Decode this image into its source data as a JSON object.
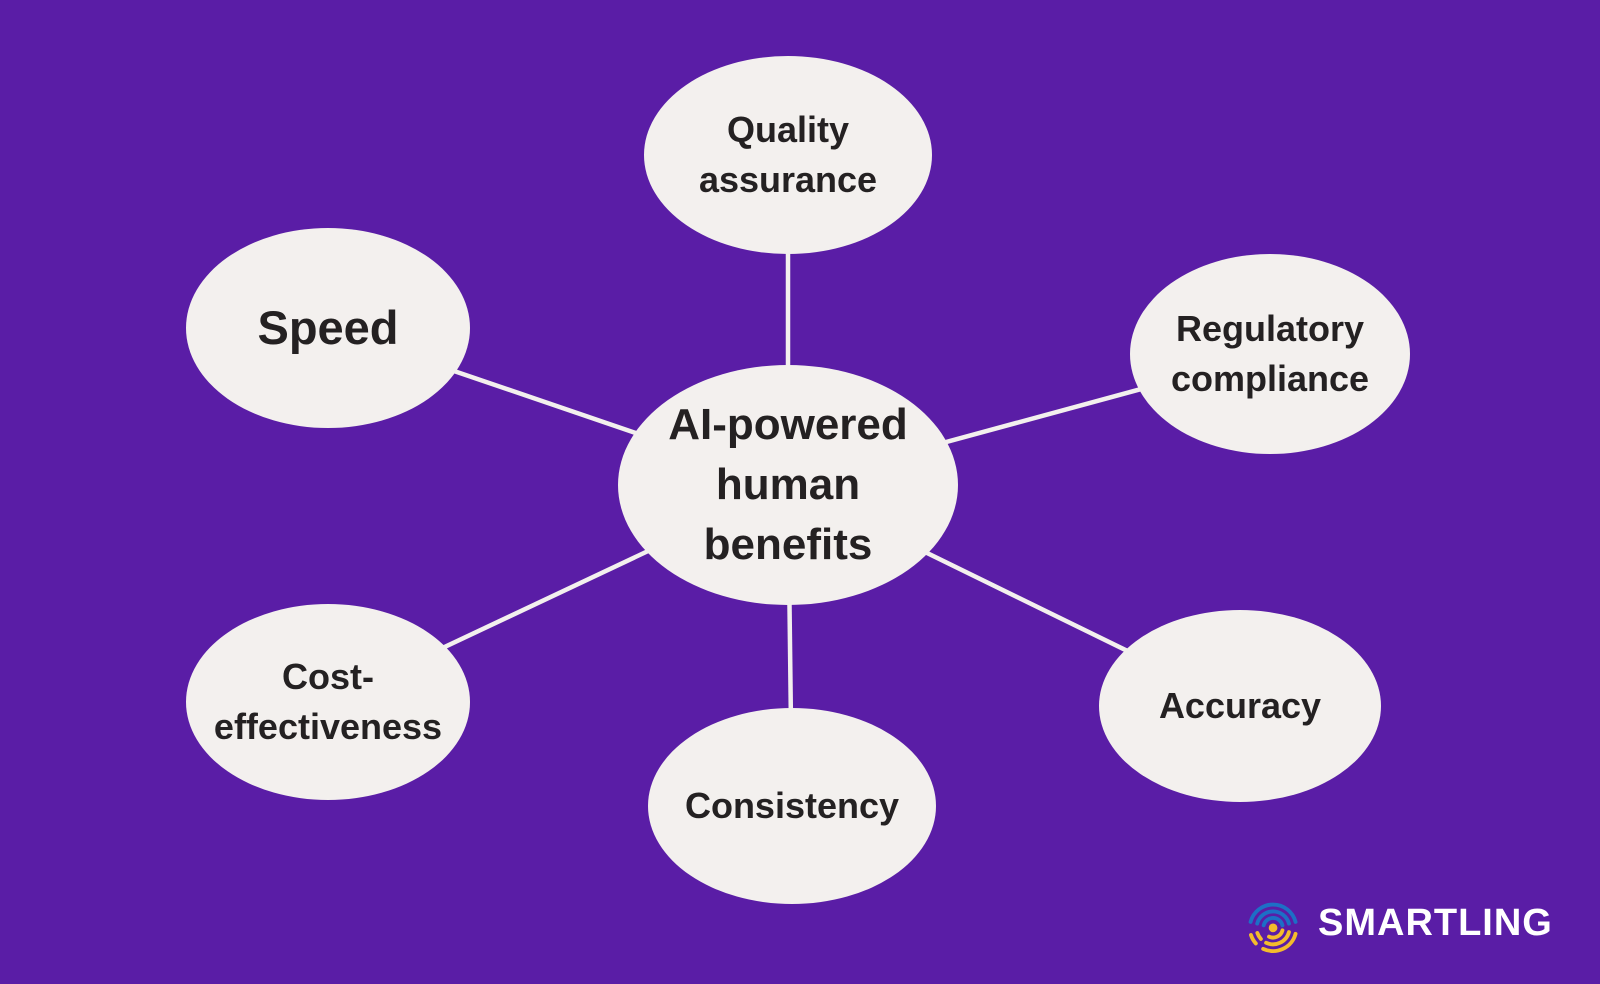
{
  "colors": {
    "background": "#5a1da6",
    "node-fill": "#f3f0ee",
    "node-text": "#242122",
    "connector": "#f3f0ee",
    "logo-text": "#ffffff",
    "logo-blue": "#1d6fc6",
    "logo-yellow": "#f4bc2b"
  },
  "diagram": {
    "type": "mind-map",
    "center": {
      "id": "ai-powered-human-benefits",
      "label": "AI-powered human benefits",
      "lines": [
        "AI-powered",
        "human",
        "benefits"
      ]
    },
    "satellites": [
      {
        "id": "quality-assurance",
        "label": "Quality assurance",
        "lines": [
          "Quality",
          "assurance"
        ]
      },
      {
        "id": "speed",
        "label": "Speed",
        "lines": [
          "Speed"
        ]
      },
      {
        "id": "regulatory-compliance",
        "label": "Regulatory compliance",
        "lines": [
          "Regulatory",
          "compliance"
        ]
      },
      {
        "id": "accuracy",
        "label": "Accuracy",
        "lines": [
          "Accuracy"
        ]
      },
      {
        "id": "consistency",
        "label": "Consistency",
        "lines": [
          "Consistency"
        ]
      },
      {
        "id": "cost-effectiveness",
        "label": "Cost-effectiveness",
        "lines": [
          "Cost-",
          "effectiveness"
        ]
      }
    ]
  },
  "logo": {
    "brand": "SMARTLING",
    "icon": "smartling-spiral-icon"
  }
}
